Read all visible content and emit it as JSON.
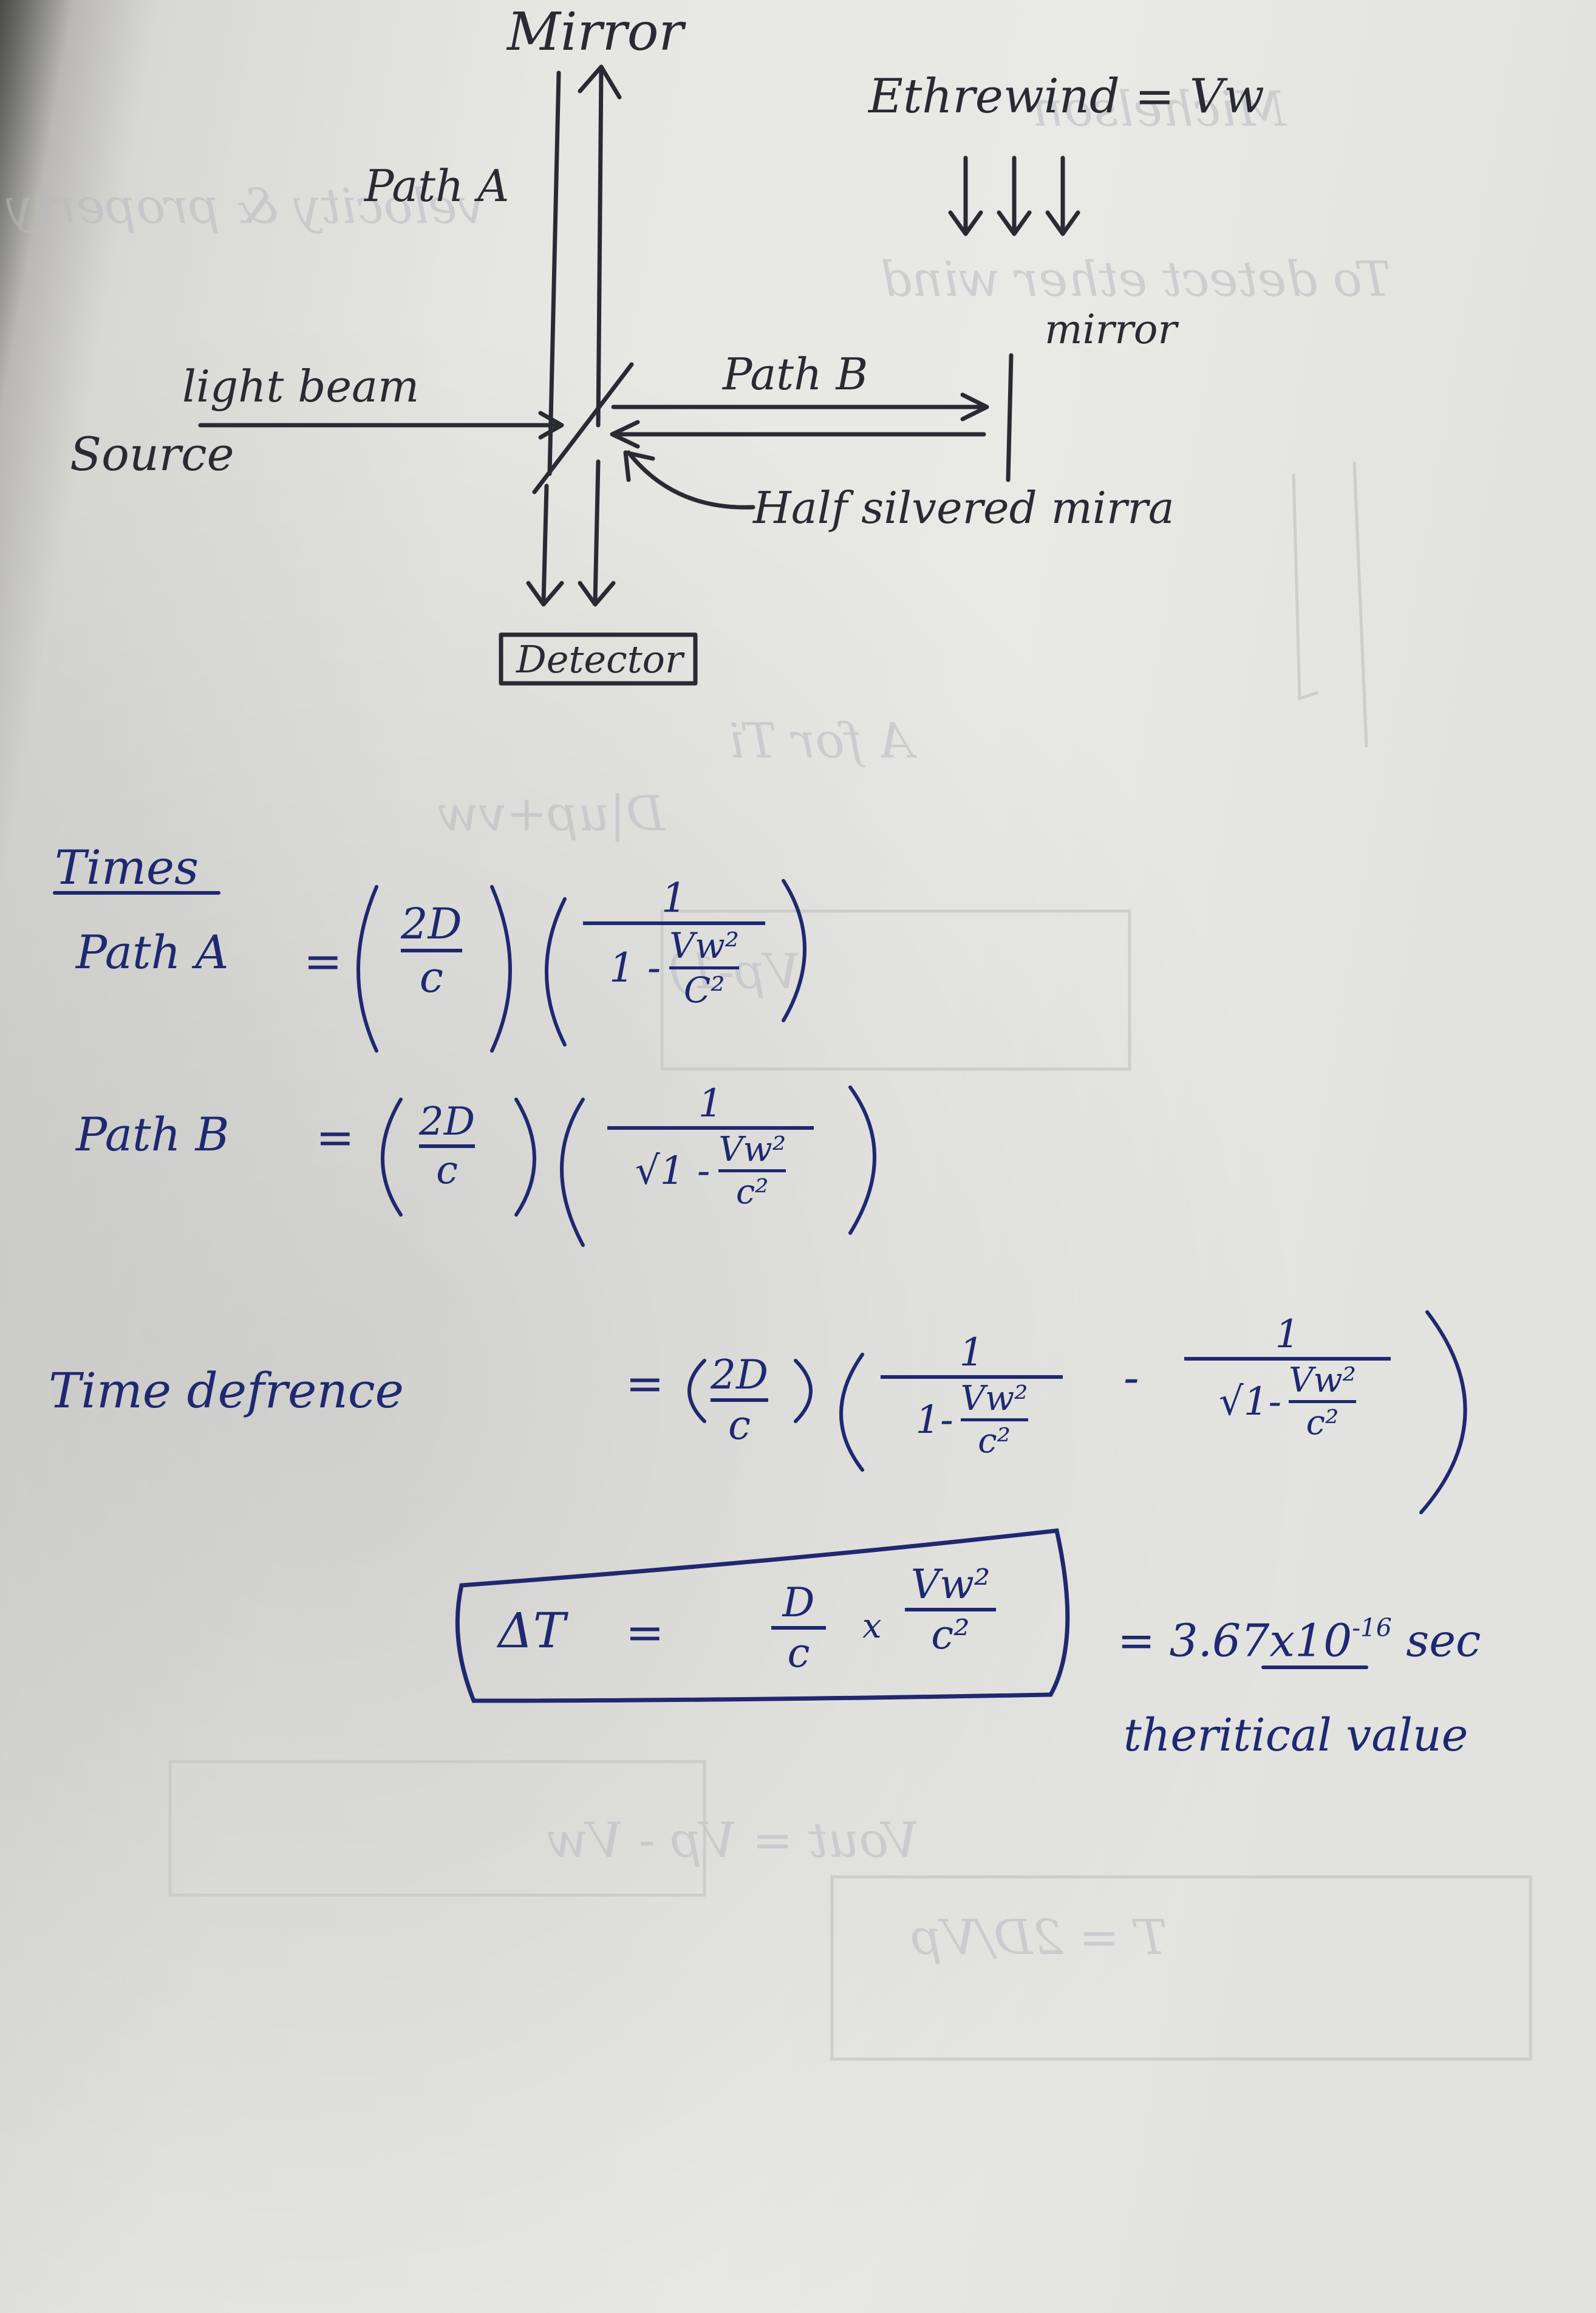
{
  "diagram": {
    "mirror_top_label": "Mirror",
    "ether_wind_label": "Ethrewind = Vw",
    "ether_wind_arrows": "↓↓↓",
    "path_a_label": "Path A",
    "path_b_label": "Path B",
    "mirror_right_label": "mirror",
    "light_beam_label": "light beam",
    "source_label": "Source",
    "half_silvered_label": "Half silvered mirra",
    "detector_label": "Detector"
  },
  "equations": {
    "times_heading": "Times",
    "path_a": {
      "label": "Path A",
      "equals": "=",
      "num1": "2D",
      "den1": "c",
      "num2": "1",
      "den2_prefix": "1 -",
      "den2_num": "Vw²",
      "den2_den": "C²"
    },
    "path_b": {
      "label": "Path B",
      "equals": "=",
      "num1": "2D",
      "den1": "c",
      "num2": "1",
      "den2_prefix": "√1 -",
      "den2_num": "Vw²",
      "den2_den": "c²"
    },
    "time_difference": {
      "label": "Time defrence",
      "equals": "=",
      "num1": "2D",
      "den1": "c",
      "term1_num": "1",
      "term1_den_prefix": "1-",
      "term1_den_num": "Vw²",
      "term1_den_den": "c²",
      "minus": "-",
      "term2_num": "1",
      "term2_den_prefix": "√1-",
      "term2_den_num": "Vw²",
      "term2_den_den": "c²"
    },
    "boxed_result": {
      "lhs": "ΔT",
      "equals": "=",
      "num1": "D",
      "den1": "c",
      "times": "x",
      "num2": "Vw²",
      "den2": "c²"
    },
    "numeric_value": "= 3.67x10",
    "numeric_exponent": "-16",
    "numeric_unit": "sec",
    "value_label": "theritical value"
  }
}
